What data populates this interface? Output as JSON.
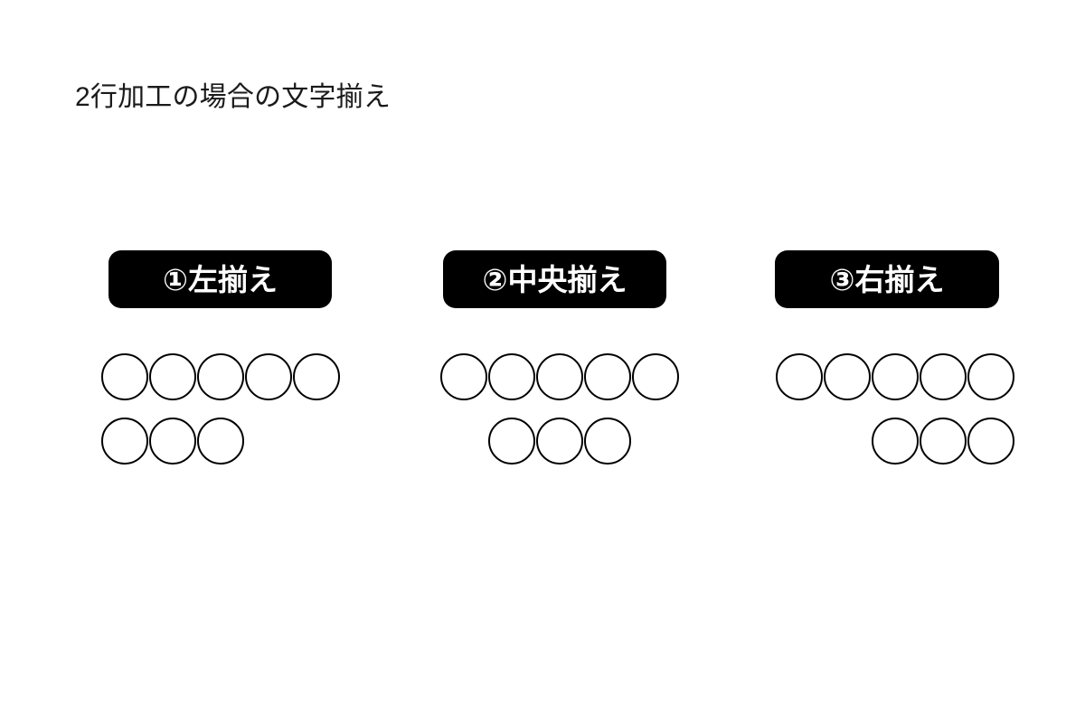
{
  "slide": {
    "title": "2行加工の場合の文字揃え",
    "background_color": "#ffffff",
    "title_color": "#1a1a1a",
    "badge_background_color": "#000000",
    "badge_text_color": "#ffffff",
    "circle_stroke_color": "#000000"
  },
  "columns": [
    {
      "id": "left-align",
      "badge_label": "①左揃え",
      "marker": "①",
      "alignment_name": "左揃え",
      "alignment": "left",
      "rows": [
        {
          "circle_count": 5
        },
        {
          "circle_count": 3
        }
      ]
    },
    {
      "id": "center-align",
      "badge_label": "②中央揃え",
      "marker": "②",
      "alignment_name": "中央揃え",
      "alignment": "center",
      "rows": [
        {
          "circle_count": 5
        },
        {
          "circle_count": 3
        }
      ]
    },
    {
      "id": "right-align",
      "badge_label": "③右揃え",
      "marker": "③",
      "alignment_name": "右揃え",
      "alignment": "right",
      "rows": [
        {
          "circle_count": 5
        },
        {
          "circle_count": 3
        }
      ]
    }
  ]
}
